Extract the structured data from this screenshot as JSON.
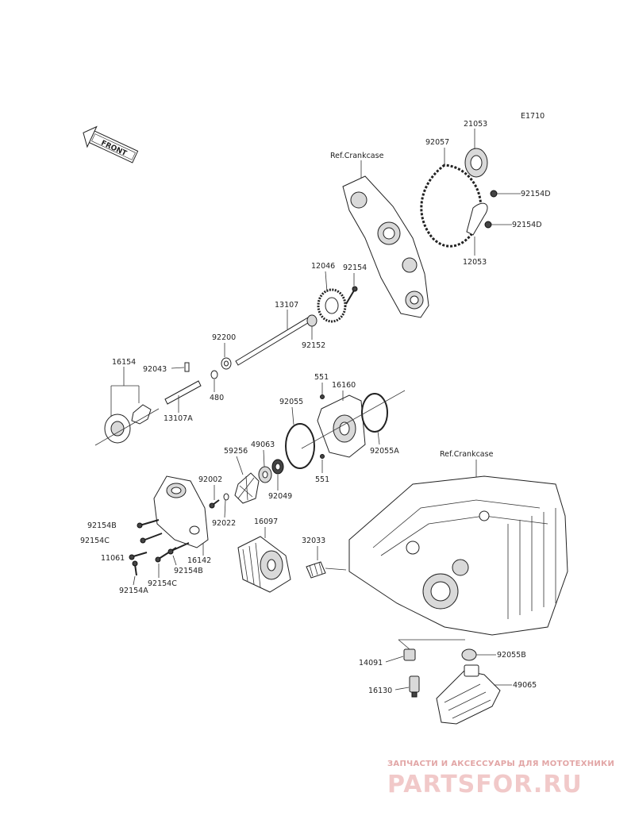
{
  "diagram_code": "E1710",
  "front_label": "FRONT",
  "ref_labels": [
    "Ref.Crankcase",
    "Ref.Crankcase"
  ],
  "parts": [
    "21053",
    "92057",
    "92154D",
    "92154D",
    "12053",
    "12046",
    "92154",
    "13107",
    "92152",
    "92200",
    "480",
    "16154",
    "92043",
    "13107A",
    "551",
    "16160",
    "92055",
    "92055A",
    "551",
    "59256",
    "49063",
    "92049",
    "92002",
    "92022",
    "92154B",
    "92154C",
    "11061",
    "92154A",
    "92154C",
    "92154B",
    "16142",
    "16097",
    "32033",
    "14091",
    "92055B",
    "16130",
    "49065"
  ],
  "watermark": {
    "tagline": "ЗАПЧАСТИ И АКСЕССУАРЫ ДЛЯ МОТОТЕХНИКИ",
    "brand": "PARTSFOR.RU"
  }
}
